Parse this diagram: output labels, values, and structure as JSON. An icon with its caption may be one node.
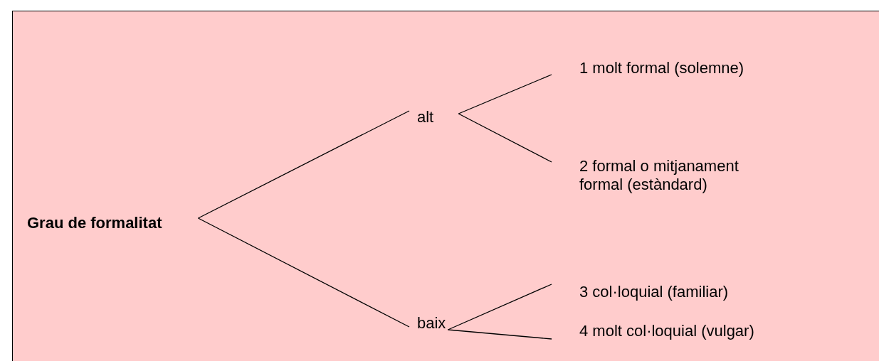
{
  "diagram": {
    "nodes": [
      {
        "text": [
          "Grau de formalitat"
        ]
      },
      {
        "text": [
          "alt"
        ]
      },
      {
        "text": [
          "baix"
        ]
      },
      {
        "text": [
          "1 molt formal (solemne)"
        ]
      },
      {
        "text": [
          "2 formal o mitjanament formal (estàndard)"
        ]
      },
      {
        "text": [
          "3 col·loquial (familiar)"
        ]
      },
      {
        "text": [
          "4 molt col·loquial (vulgar)"
        ]
      }
    ],
    "edges": [
      {
        "from": 0,
        "to": 1,
        "arrow": "none"
      },
      {
        "from": 0,
        "to": 2,
        "arrow": "none"
      },
      {
        "from": 1,
        "to": 3,
        "arrow": "none"
      },
      {
        "from": 1,
        "to": 4,
        "arrow": "none"
      },
      {
        "from": 2,
        "to": 5,
        "arrow": "none"
      },
      {
        "from": 2,
        "to": 6,
        "arrow": "none"
      }
    ]
  }
}
